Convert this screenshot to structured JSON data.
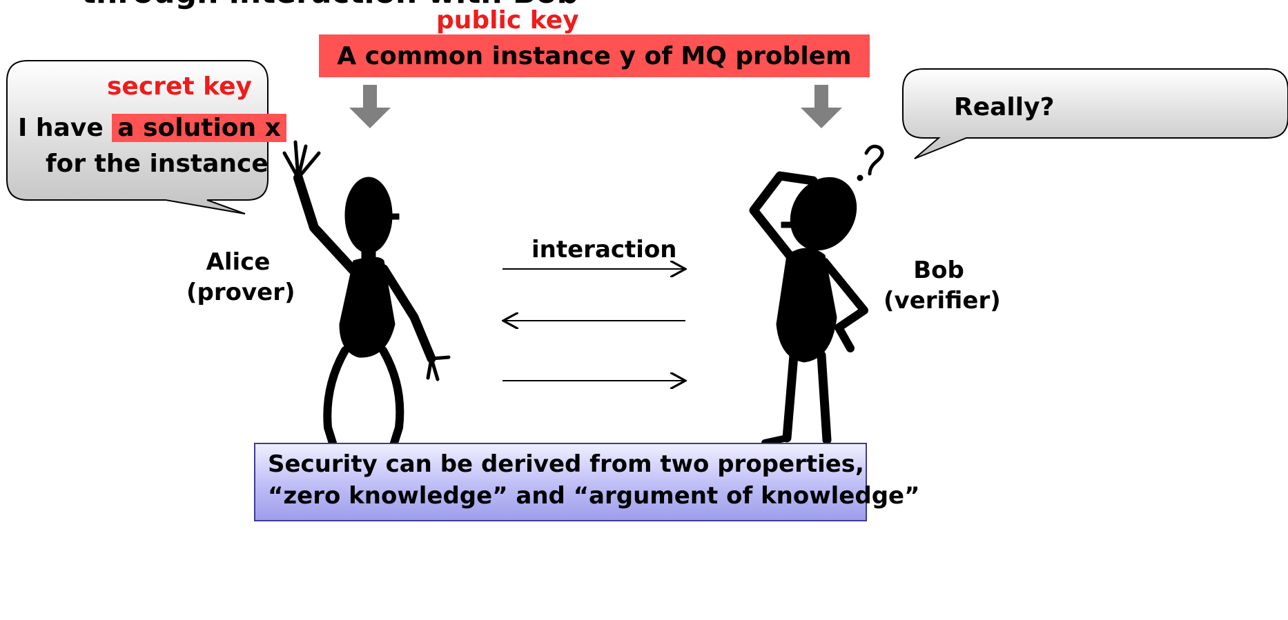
{
  "heading": {
    "partial_text": "through interaction with Bob"
  },
  "public_key": {
    "label": "public key",
    "instance": "A common instance y of MQ problem"
  },
  "alice_bubble": {
    "secret_key_label": "secret key",
    "prefix": "I have",
    "highlight": "a solution x",
    "line2": "for the instance"
  },
  "bob_bubble": {
    "text": "Really?"
  },
  "alice": {
    "name": "Alice",
    "role": "(prover)"
  },
  "bob": {
    "name": "Bob",
    "role": "(verifier)"
  },
  "interaction": {
    "label": "interaction",
    "arrows": [
      "right",
      "left",
      "right"
    ]
  },
  "security_note": {
    "line1": "Security can be derived from two properties,",
    "line2": "“zero knowledge” and “argument of knowledge”"
  },
  "colors": {
    "key_red": "#ee1c1c",
    "highlight_red": "#ff5252",
    "arrow_gray": "#808080",
    "bubble_gray": "#d9d9d9",
    "note_purple": "#9e9eeb"
  }
}
